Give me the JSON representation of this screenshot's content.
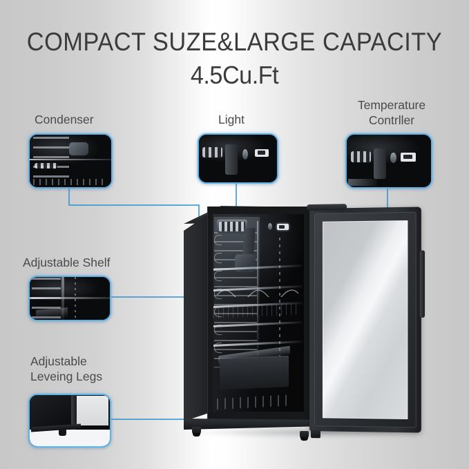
{
  "heading": {
    "title": "COMPACT SUZE&LARGE CAPACITY",
    "subtitle": "4.5Cu.Ft"
  },
  "theme": {
    "accent_blue": "#5fb3e8",
    "leader_line_blue": "#2e8fd0",
    "text_gray": "#3b3b3b",
    "label_gray": "#4a4a4a",
    "background_light": "#ffffff",
    "background_edge": "#c8c8c8",
    "product_black": "#17181a"
  },
  "callouts": [
    {
      "id": "condenser",
      "label": "Condenser",
      "label_lines": [
        "Condenser"
      ]
    },
    {
      "id": "light",
      "label": "Light",
      "label_lines": [
        "Light"
      ]
    },
    {
      "id": "temperature-controller",
      "label": "Temperature\nContrller",
      "label_lines": [
        "Temperature",
        "Contrller"
      ]
    },
    {
      "id": "adjustable-shelf",
      "label": "Adjustable Shelf",
      "label_lines": [
        "Adjustable Shelf"
      ]
    },
    {
      "id": "adjustable-leveling-legs",
      "label": "Adjustable\nLeveing Legs",
      "label_lines": [
        "Adjustable",
        "Leveing Legs"
      ]
    }
  ],
  "product": {
    "name": "beverage-refrigerator",
    "door_state": "open",
    "door_side": "right"
  }
}
